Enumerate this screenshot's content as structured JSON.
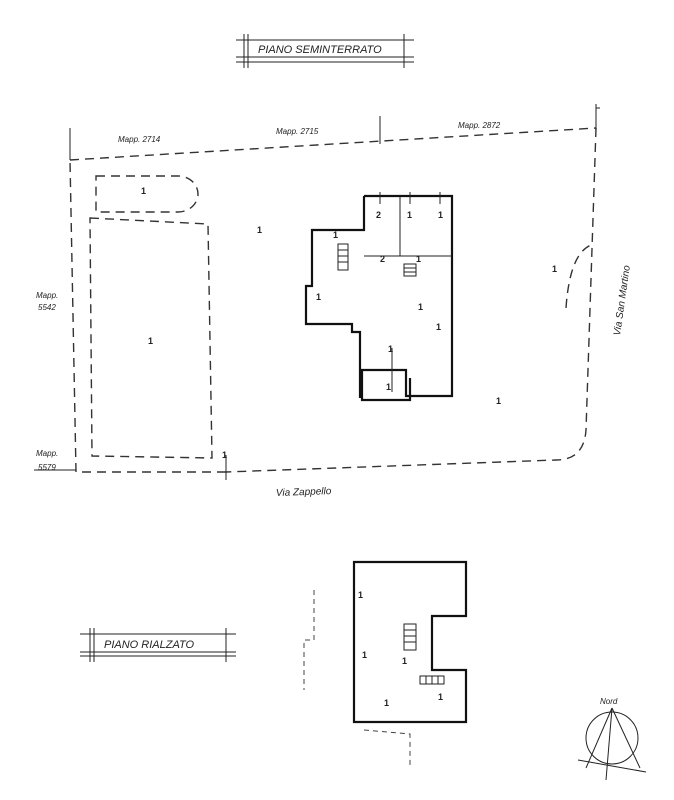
{
  "titles": {
    "seminterrato": "PIANO SEMINTERRATO",
    "rialzato": "PIANO RIALZATO"
  },
  "parcels": {
    "mapp_2714": "Mapp. 2714",
    "mapp_2715": "Mapp. 2715",
    "mapp_2872": "Mapp. 2872",
    "mapp_5542": [
      "Mapp.",
      "5542"
    ],
    "mapp_5579": [
      "Mapp.",
      "5579"
    ]
  },
  "streets": {
    "zappello": "Via Zappello",
    "san_martino": "Via San Martino"
  },
  "north": "Nord",
  "marks": {
    "one": "1",
    "two": "2"
  }
}
